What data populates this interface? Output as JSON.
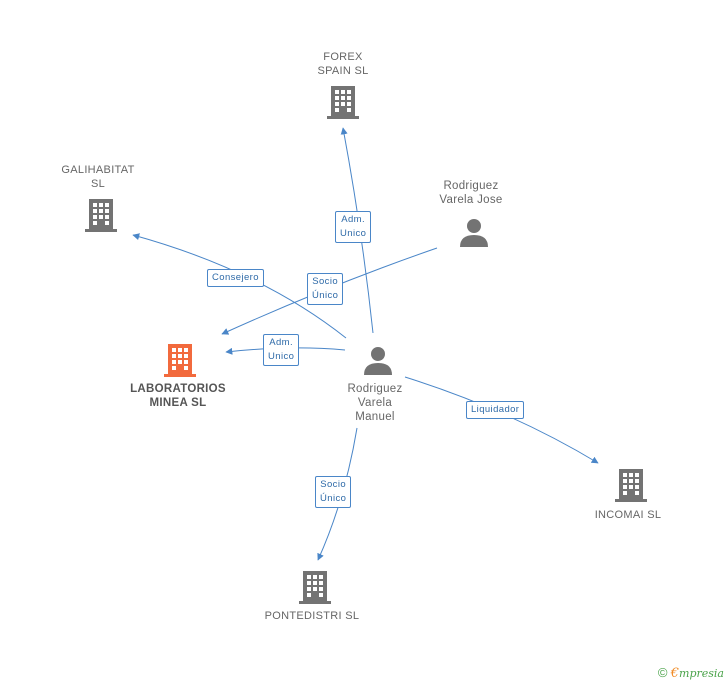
{
  "colors": {
    "edge": "#4a86c8",
    "company_icon": "#737373",
    "main_company_icon": "#f26a3d",
    "person_icon": "#737373"
  },
  "nodes": {
    "forex_spain": {
      "name_line1": "FOREX",
      "name_line2": "SPAIN SL",
      "icon": "building-icon"
    },
    "galihabitat": {
      "name_line1": "GALIHABITAT",
      "name_line2": "SL",
      "icon": "building-icon"
    },
    "rodriguez_varela_jose": {
      "name_line1": "Rodriguez",
      "name_line2": "Varela Jose",
      "icon": "person-icon"
    },
    "laboratorios_minea": {
      "name_line1": "LABORATORIOS",
      "name_line2": "MINEA SL",
      "icon": "building-icon"
    },
    "rodriguez_varela_manuel": {
      "name_line1": "Rodriguez",
      "name_line2": "Varela",
      "name_line3": "Manuel",
      "icon": "person-icon"
    },
    "incomai": {
      "name_line1": "INCOMAI SL",
      "icon": "building-icon"
    },
    "pontedistri": {
      "name_line1": "PONTEDISTRI SL",
      "icon": "building-icon"
    }
  },
  "edges": {
    "adm_unico_forex": {
      "line1": "Adm.",
      "line2": "Unico"
    },
    "consejero_galihabitat": {
      "line1": "Consejero"
    },
    "socio_unico_jose": {
      "line1": "Socio",
      "line2": "Único"
    },
    "adm_unico_minea": {
      "line1": "Adm.",
      "line2": "Unico"
    },
    "liquidador_incomai": {
      "line1": "Liquidador"
    },
    "socio_unico_pontedistri": {
      "line1": "Socio",
      "line2": "Único"
    }
  },
  "footer": {
    "copyright": "©",
    "brand_initial": "€",
    "brand_rest": "mpresia"
  }
}
